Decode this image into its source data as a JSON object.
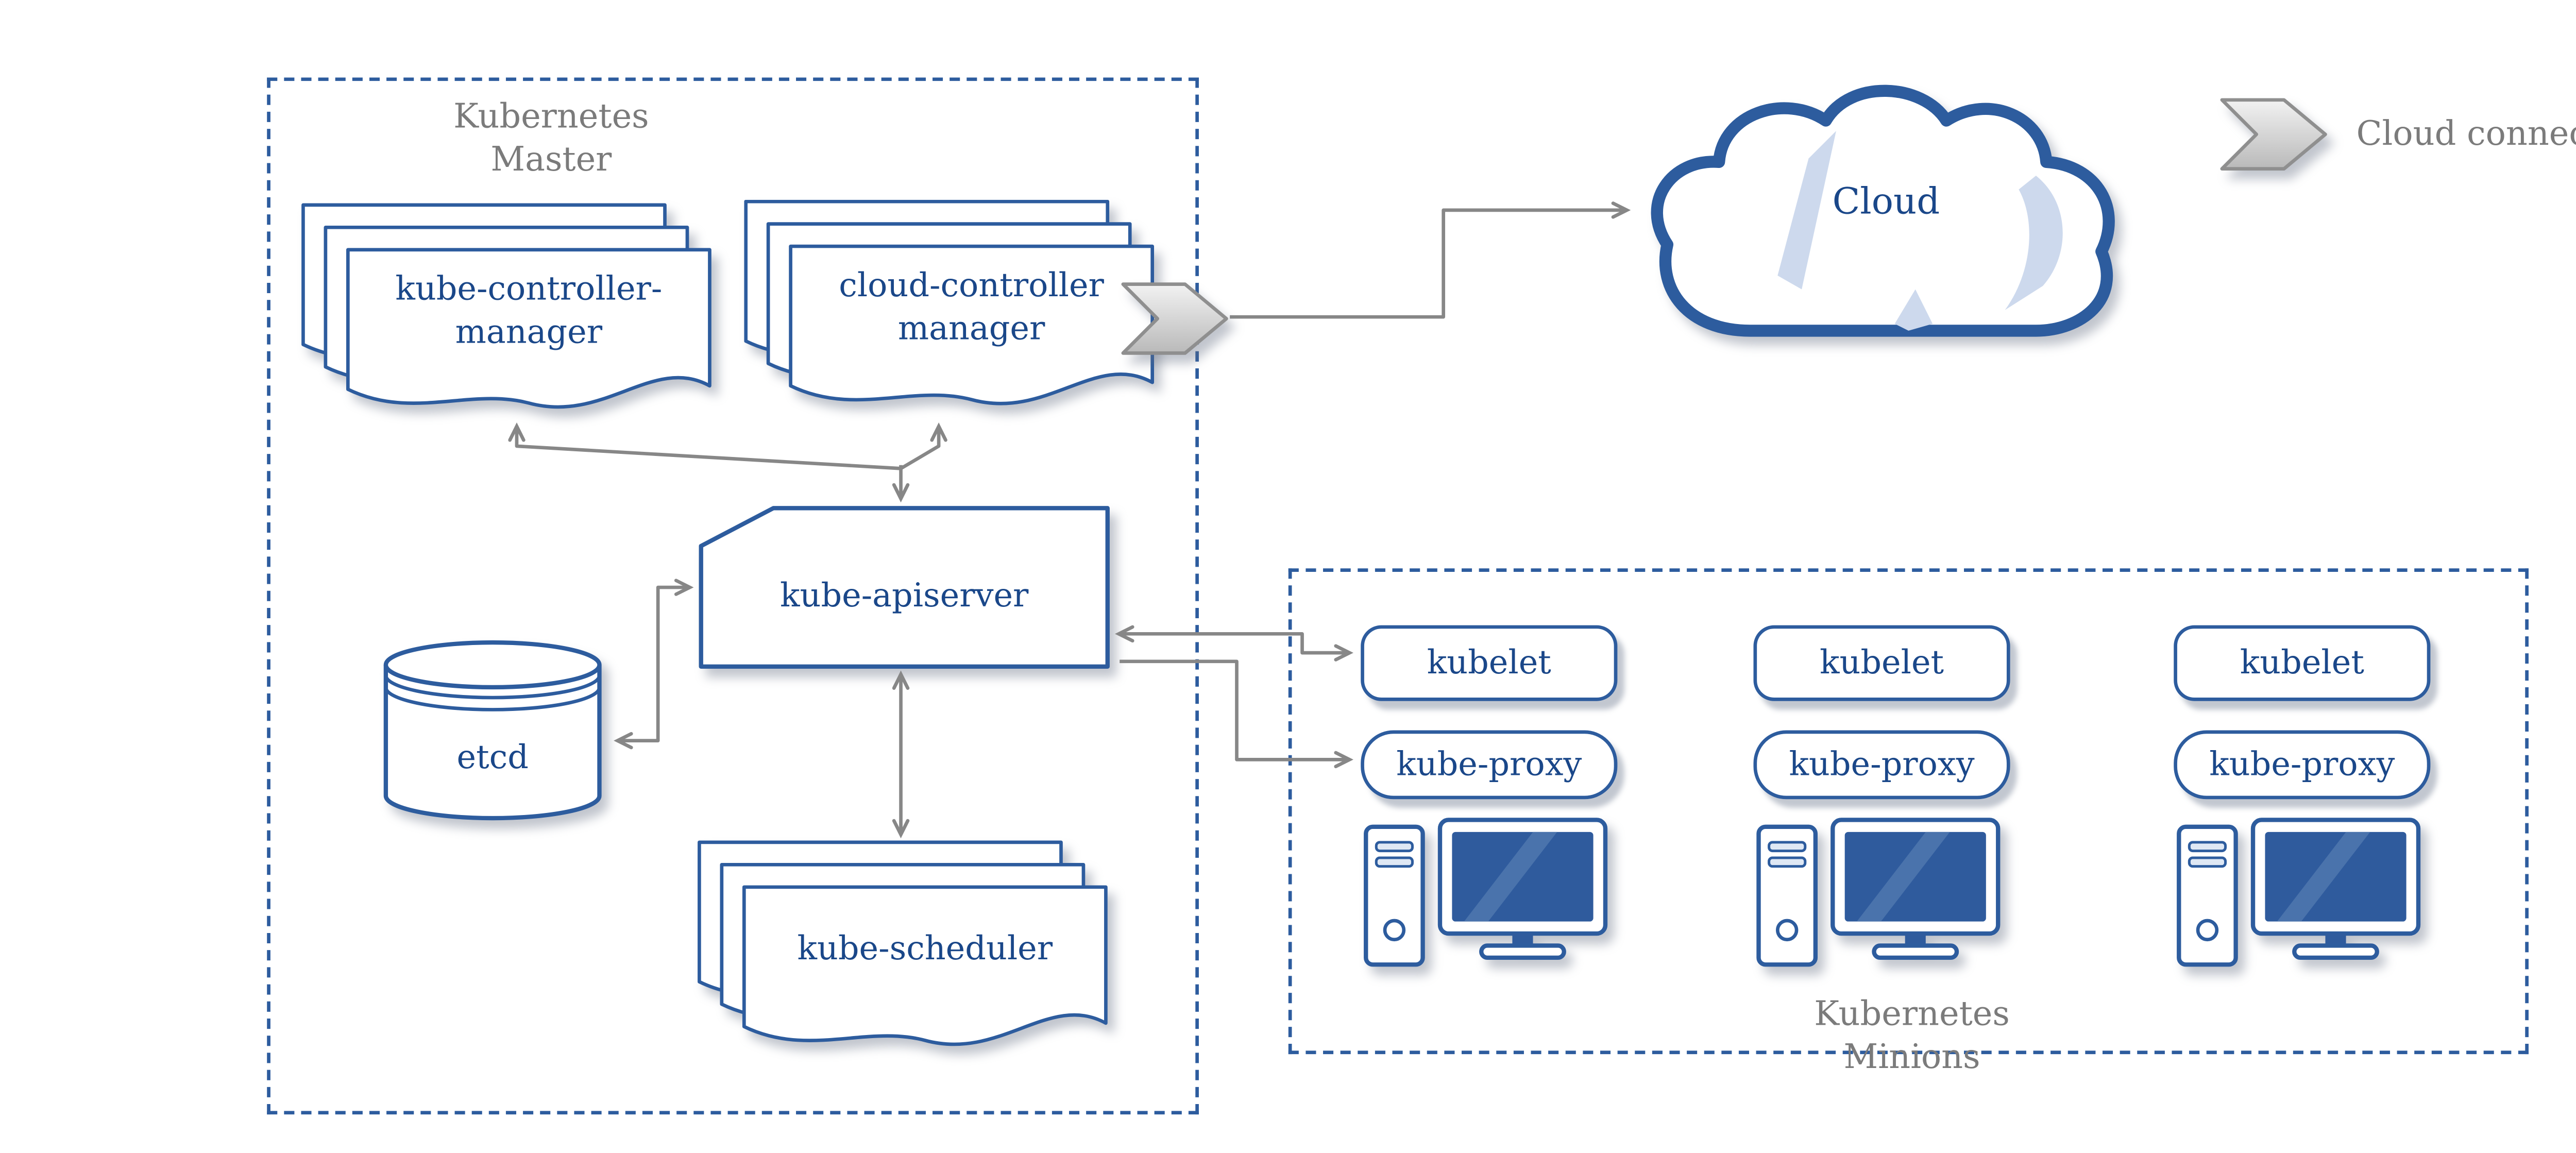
{
  "master": {
    "title_line1": "Kubernetes",
    "title_line2": "Master",
    "kube_controller_manager": {
      "line1": "kube-controller-",
      "line2": "manager"
    },
    "cloud_controller_manager": {
      "line1": "cloud-controller",
      "line2": "manager"
    },
    "kube_apiserver": {
      "label": "kube-apiserver"
    },
    "etcd": {
      "label": "etcd"
    },
    "kube_scheduler": {
      "label": "kube-scheduler"
    }
  },
  "cloud": {
    "label": "Cloud"
  },
  "legend": {
    "cloud_connector_label": "Cloud connector"
  },
  "minions": {
    "title_line1": "Kubernetes",
    "title_line2": "Minions",
    "nodes": [
      {
        "kubelet": "kubelet",
        "kube_proxy": "kube-proxy"
      },
      {
        "kubelet": "kubelet",
        "kube_proxy": "kube-proxy"
      },
      {
        "kubelet": "kubelet",
        "kube_proxy": "kube-proxy"
      }
    ]
  },
  "colors": {
    "node_border": "#2d5c9e",
    "node_text": "#1a4789",
    "arrow": "#878787",
    "muted_text": "#7b7b7b",
    "screen_fill": "#2f5b9d",
    "cloud_accent": "#cdd9ed",
    "connector_fill": "#c9c9c9"
  }
}
